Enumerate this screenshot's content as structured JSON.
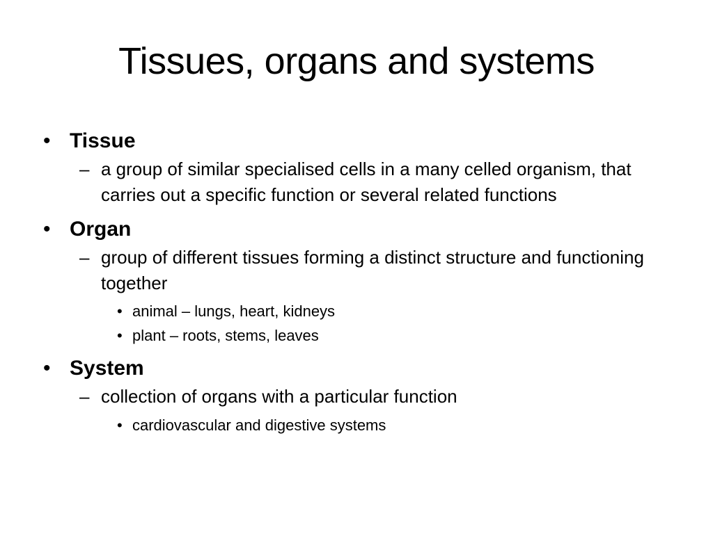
{
  "slide": {
    "title": "Tissues, organs and systems",
    "bullets": [
      {
        "heading": "Tissue",
        "items": [
          {
            "text": "a group of similar specialised cells in a many celled organism, that carries out a specific function or several related functions",
            "subitems": []
          }
        ]
      },
      {
        "heading": "Organ",
        "items": [
          {
            "text": "group of different tissues forming a distinct structure and functioning together",
            "subitems": [
              "animal – lungs, heart, kidneys",
              "plant – roots, stems, leaves"
            ]
          }
        ]
      },
      {
        "heading": "System",
        "items": [
          {
            "text": "collection of organs with a particular function",
            "subitems": [
              "cardiovascular and digestive systems"
            ]
          }
        ]
      }
    ],
    "bullet_glyphs": {
      "level1": "•",
      "level2": "–",
      "level3": "•"
    }
  }
}
